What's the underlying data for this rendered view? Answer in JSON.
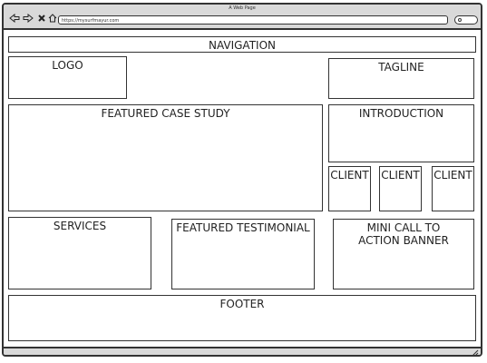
{
  "window": {
    "title": "A Web Page"
  },
  "toolbar": {
    "back_icon": "arrow-left-icon",
    "forward_icon": "arrow-right-icon",
    "close_icon": "close-icon",
    "home_icon": "home-icon",
    "url": "https://mysurfmayur.com"
  },
  "wireframe": {
    "navigation": "NAVIGATION",
    "logo": "LOGO",
    "tagline": "TAGLINE",
    "featured_case_study": "FEATURED CASE STUDY",
    "introduction": "INTRODUCTION",
    "clients": [
      "CLIENT",
      "CLIENT",
      "CLIENT"
    ],
    "services": "SERVICES",
    "featured_testimonial": "FEATURED TESTIMONIAL",
    "mini_cta": "MINI CALL TO ACTION BANNER",
    "footer": "FOOTER"
  }
}
